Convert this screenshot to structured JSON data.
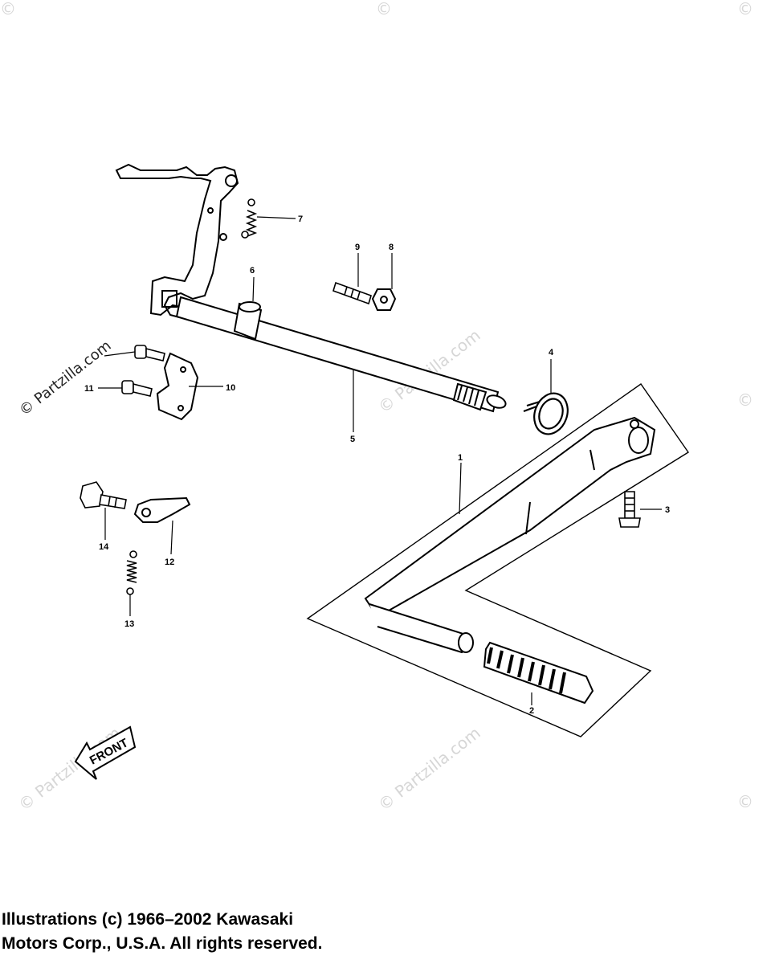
{
  "diagram": {
    "callouts": [
      "1",
      "2",
      "3",
      "4",
      "5",
      "6",
      "7",
      "8",
      "9",
      "10",
      "11",
      "12",
      "13",
      "14"
    ],
    "front_label": "FRONT"
  },
  "watermark": {
    "text": "© Partzilla.com",
    "corner_text": "©"
  },
  "copyright": {
    "line1": "Illustrations (c) 1966–2002 Kawasaki",
    "line2": "Motors Corp., U.S.A.  All rights reserved."
  }
}
